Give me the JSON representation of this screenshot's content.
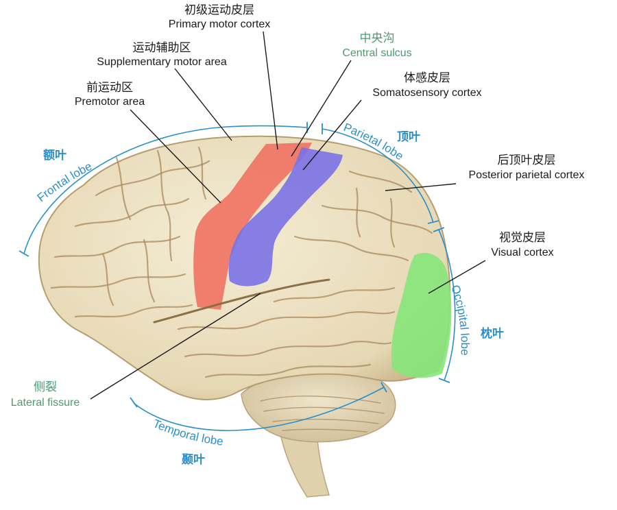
{
  "colors": {
    "lobe_blue": "#2a8fc9",
    "sulcus_green": "#4a9a73",
    "label_black": "#1a1a1a",
    "motor_red": "#ee7262",
    "somato_purple": "#7a72e6",
    "visual_green": "#86e57a",
    "brain_cream": "#ece2c4",
    "brain_shadow": "#c9b48a",
    "cerebellum": "#e4d8b8"
  },
  "labels": {
    "primary_motor": {
      "zh": "初级运动皮层",
      "en": "Primary motor cortex"
    },
    "supplementary_motor": {
      "zh": "运动辅助区",
      "en": "Supplementary motor area"
    },
    "premotor": {
      "zh": "前运动区",
      "en": "Premotor area"
    },
    "central_sulcus": {
      "zh": "中央沟",
      "en": "Central sulcus"
    },
    "somatosensory": {
      "zh": "体感皮层",
      "en": "Somatosensory cortex"
    },
    "posterior_parietal": {
      "zh": "后顶叶皮层",
      "en": "Posterior parietal cortex"
    },
    "visual": {
      "zh": "视觉皮层",
      "en": "Visual cortex"
    },
    "lateral_fissure": {
      "zh": "侧裂",
      "en": "Lateral fissure"
    }
  },
  "lobes": {
    "frontal": {
      "zh": "额叶",
      "en": "Frontal lobe"
    },
    "parietal": {
      "zh": "顶叶",
      "en": "Parietal lobe"
    },
    "occipital": {
      "zh": "枕叶",
      "en": "Occipital lobe"
    },
    "temporal": {
      "zh": "颞叶",
      "en": "Temporal lobe"
    }
  }
}
